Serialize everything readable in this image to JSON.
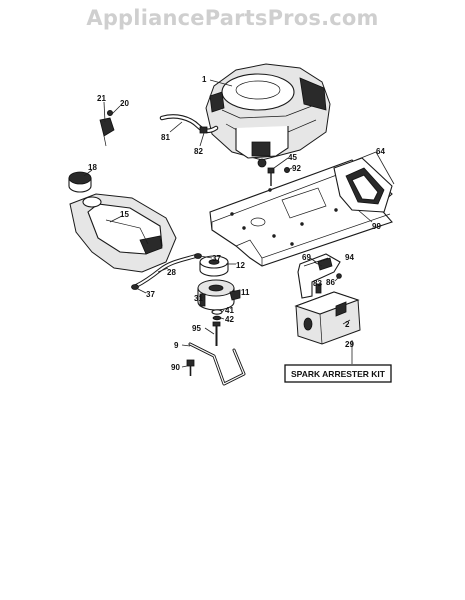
{
  "watermark": "AppliancePartsPros.com",
  "kit_label": "SPARK ARRESTER KIT",
  "callouts": [
    {
      "id": "1",
      "text": "1"
    },
    {
      "id": "21",
      "text": "21"
    },
    {
      "id": "20",
      "text": "20"
    },
    {
      "id": "81",
      "text": "81"
    },
    {
      "id": "82",
      "text": "82"
    },
    {
      "id": "45",
      "text": "45"
    },
    {
      "id": "92",
      "text": "92"
    },
    {
      "id": "64",
      "text": "64"
    },
    {
      "id": "18",
      "text": "18"
    },
    {
      "id": "15",
      "text": "15"
    },
    {
      "id": "99",
      "text": "99"
    },
    {
      "id": "37a",
      "text": "37"
    },
    {
      "id": "12",
      "text": "12"
    },
    {
      "id": "28",
      "text": "28"
    },
    {
      "id": "37b",
      "text": "37"
    },
    {
      "id": "11",
      "text": "11"
    },
    {
      "id": "69",
      "text": "69"
    },
    {
      "id": "94",
      "text": "94"
    },
    {
      "id": "83",
      "text": "83"
    },
    {
      "id": "86",
      "text": "86"
    },
    {
      "id": "31",
      "text": "31"
    },
    {
      "id": "41",
      "text": "41"
    },
    {
      "id": "42",
      "text": "42"
    },
    {
      "id": "2",
      "text": "2"
    },
    {
      "id": "95",
      "text": "95"
    },
    {
      "id": "9",
      "text": "9"
    },
    {
      "id": "29",
      "text": "29"
    },
    {
      "id": "90",
      "text": "90"
    }
  ]
}
